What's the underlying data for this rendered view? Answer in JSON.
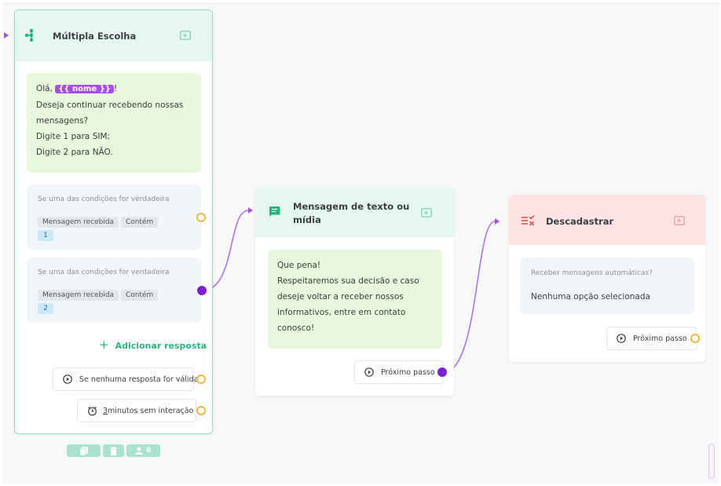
{
  "canvas": {
    "accent": "#7a1fd6",
    "port_color": "#f1b93c"
  },
  "multiple_choice": {
    "title": "Múltipla Escolha",
    "icon": "flow-branch-icon",
    "header_action_icon": "add-note-icon",
    "message": {
      "greeting_prefix": "Olá, ",
      "variable": "{{ nome }}",
      "greeting_suffix": "!",
      "lines": [
        "Deseja continuar recebendo nossas",
        "mensagens?",
        "Digite 1 para SIM;",
        "Digite 2 para NÃO."
      ]
    },
    "conditions": [
      {
        "title": "Se uma das condições for verdadeira",
        "field": "Mensagem recebida",
        "operator": "Contém",
        "value": "1"
      },
      {
        "title": "Se uma das condições for verdadeira",
        "field": "Mensagem recebida",
        "operator": "Contém",
        "value": "2"
      }
    ],
    "add_response": {
      "icon": "plus-icon",
      "label": "Adicionar resposta"
    },
    "no_valid_response": {
      "icon": "play-circle-icon",
      "label": "Se nenhuma resposta for válida"
    },
    "timeout": {
      "icon": "alarm-clock-icon",
      "prefix": "3",
      "label": " minutos sem interação"
    },
    "footer_buttons": [
      {
        "icon": "copy-icon"
      },
      {
        "icon": "trash-icon"
      },
      {
        "icon": "user-icon",
        "count": "0"
      }
    ]
  },
  "text_message": {
    "title_lines": [
      "Mensagem de texto ou",
      "mídia"
    ],
    "icon": "chat-message-icon",
    "header_action_icon": "add-note-icon",
    "message_lines": [
      "Que pena!",
      "Respeitaremos sua decisão e caso",
      "deseje voltar a receber nossos",
      "informativos, entre em contato",
      "conosco!"
    ],
    "next_step": {
      "icon": "play-circle-icon",
      "label": "Próximo passo"
    }
  },
  "unsubscribe": {
    "title": "Descadastrar",
    "icon": "unsubscribe-list-icon",
    "header_action_icon": "add-note-icon",
    "question": "Receber mensagens automáticas?",
    "answer": "Nenhuma opção selecionada",
    "next_step": {
      "icon": "play-circle-icon",
      "label": "Próximo passo"
    }
  }
}
